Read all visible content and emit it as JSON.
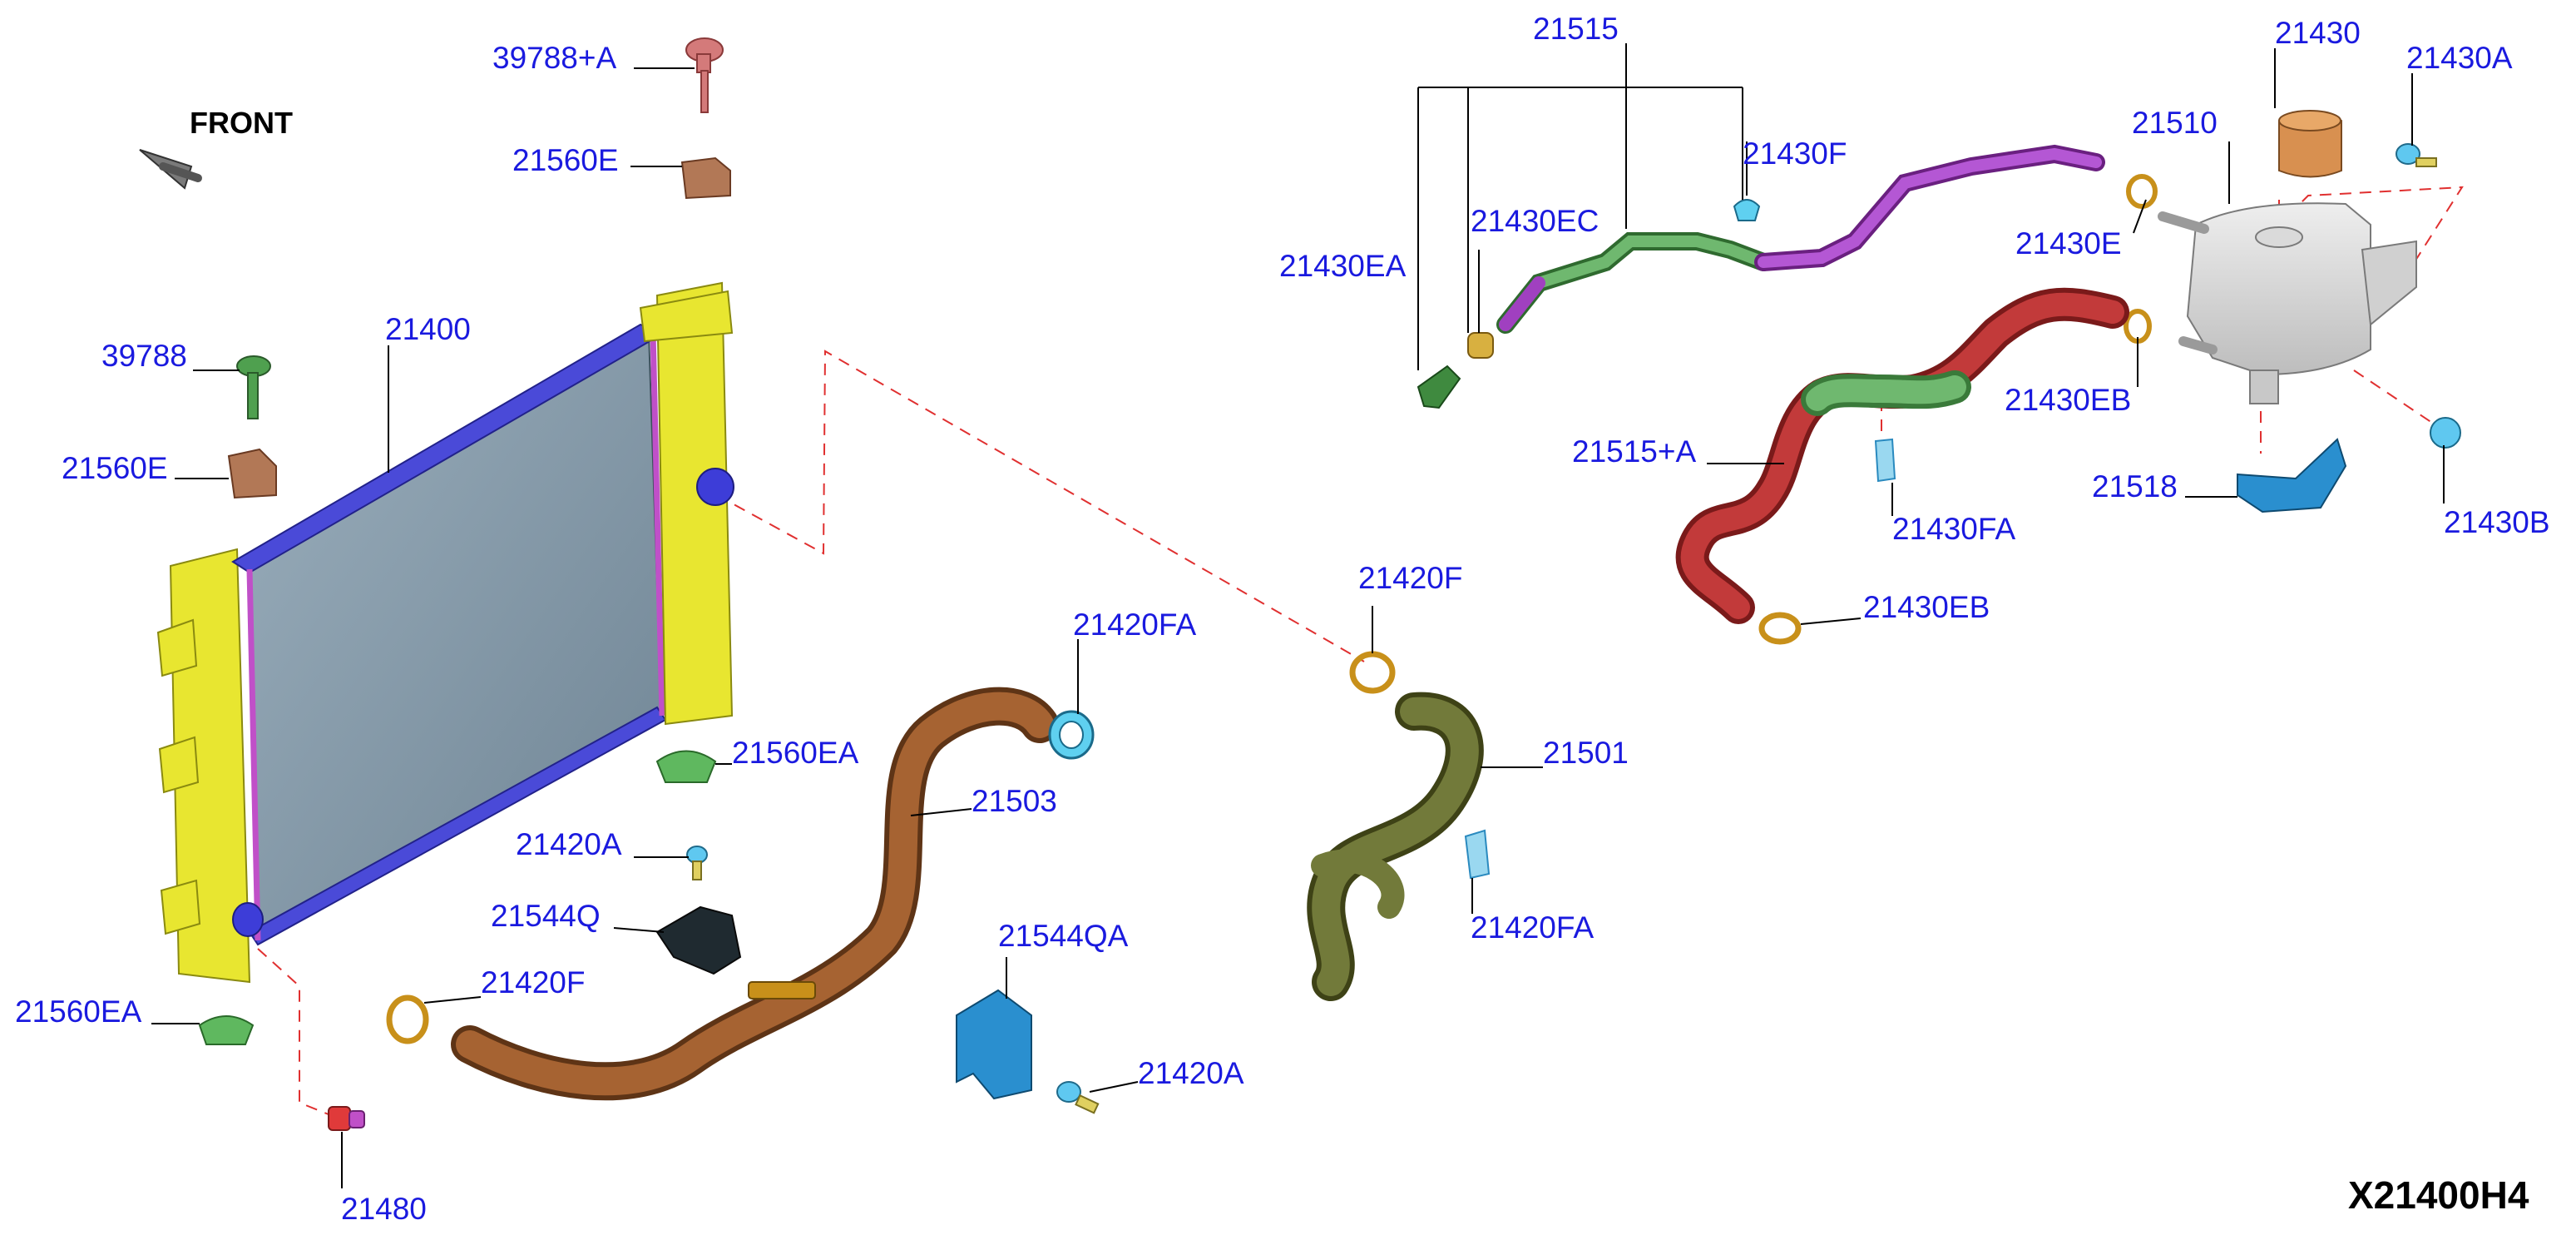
{
  "diagram": {
    "orientation_label": "FRONT",
    "diagram_code": "X21400H4",
    "colors": {
      "label": "#1a1adf",
      "radiator_frame": "#e8e630",
      "radiator_core": "#8a9eac",
      "radiator_tank": "#4a4ad8",
      "seal": "#c050c8",
      "hose_lower": "#9a5a2a",
      "hose_upper": "#5a5a28",
      "hose_green": "#4f9a4f",
      "hose_purple": "#a040c0",
      "hose_red": "#c23a3a",
      "clamp": "#c8901a",
      "bracket": "#2a8fcf",
      "clip": "#5fd0f0",
      "tank_body": "#d0d0d0",
      "cap": "#d89050",
      "leader_dash": "#e03030"
    },
    "parts": [
      {
        "id": "p39788A",
        "label": "39788+A",
        "icon": "push-rivet-icon"
      },
      {
        "id": "p21560E_top",
        "label": "21560E",
        "icon": "mount-bushing-icon"
      },
      {
        "id": "p39788",
        "label": "39788",
        "icon": "push-rivet-icon"
      },
      {
        "id": "p21560E_side",
        "label": "21560E",
        "icon": "mount-bushing-icon"
      },
      {
        "id": "p21400",
        "label": "21400",
        "icon": "radiator-icon"
      },
      {
        "id": "p21560EA_right",
        "label": "21560EA",
        "icon": "grommet-icon"
      },
      {
        "id": "p21420A_top",
        "label": "21420A",
        "icon": "bolt-icon"
      },
      {
        "id": "p21544Q",
        "label": "21544Q",
        "icon": "bracket-icon"
      },
      {
        "id": "p21420F_left",
        "label": "21420F",
        "icon": "hose-clamp-icon"
      },
      {
        "id": "p21560EA_left",
        "label": "21560EA",
        "icon": "grommet-icon"
      },
      {
        "id": "p21480",
        "label": "21480",
        "icon": "drain-plug-icon"
      },
      {
        "id": "p21503",
        "label": "21503",
        "icon": "lower-hose-icon"
      },
      {
        "id": "p21420FA_top",
        "label": "21420FA",
        "icon": "hose-clamp-icon"
      },
      {
        "id": "p21544QA",
        "label": "21544QA",
        "icon": "bracket-icon"
      },
      {
        "id": "p21420A_bottom",
        "label": "21420A",
        "icon": "bolt-icon"
      },
      {
        "id": "p21420F_right",
        "label": "21420F",
        "icon": "hose-clamp-icon"
      },
      {
        "id": "p21501",
        "label": "21501",
        "icon": "upper-hose-icon"
      },
      {
        "id": "p21420FA_bottom",
        "label": "21420FA",
        "icon": "clip-icon"
      },
      {
        "id": "p21515",
        "label": "21515",
        "icon": "overflow-hose-icon"
      },
      {
        "id": "p21430F",
        "label": "21430F",
        "icon": "clip-icon"
      },
      {
        "id": "p21430EC",
        "label": "21430EC",
        "icon": "hose-clamp-icon"
      },
      {
        "id": "p21430EA",
        "label": "21430EA",
        "icon": "connector-icon"
      },
      {
        "id": "p21430",
        "label": "21430",
        "icon": "reservoir-cap-icon"
      },
      {
        "id": "p21430A",
        "label": "21430A",
        "icon": "bolt-icon"
      },
      {
        "id": "p21510",
        "label": "21510",
        "icon": "reservoir-tank-icon"
      },
      {
        "id": "p21430E",
        "label": "21430E",
        "icon": "hose-clamp-icon"
      },
      {
        "id": "p21430EB_top",
        "label": "21430EB",
        "icon": "hose-clamp-icon"
      },
      {
        "id": "p21515A",
        "label": "21515+A",
        "icon": "reservoir-hose-icon"
      },
      {
        "id": "p21430FA",
        "label": "21430FA",
        "icon": "clip-icon"
      },
      {
        "id": "p21518",
        "label": "21518",
        "icon": "bracket-icon"
      },
      {
        "id": "p21430B",
        "label": "21430B",
        "icon": "grommet-icon"
      },
      {
        "id": "p21430EB_bottom",
        "label": "21430EB",
        "icon": "hose-clamp-icon"
      }
    ]
  }
}
